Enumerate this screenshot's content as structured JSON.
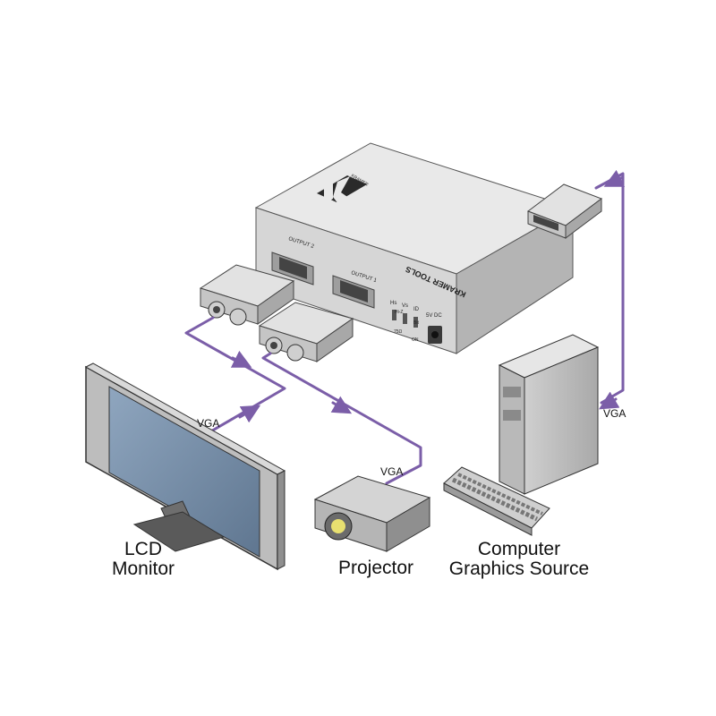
{
  "devices": {
    "lcd": {
      "line1": "LCD",
      "line2": "Monitor"
    },
    "projector": {
      "label": "Projector"
    },
    "computer": {
      "line1": "Computer",
      "line2": "Graphics Source"
    }
  },
  "cables": {
    "lcd_label": "VGA",
    "projector_label": "VGA",
    "computer_label": "VGA"
  },
  "unit": {
    "brand": "KRAMER TOOLS",
    "logo_text": "KRAMER",
    "output1": "OUTPUT 1",
    "output2": "OUTPUT 2",
    "sw_hs": "Hs",
    "sw_vs": "Vs",
    "sw_id": "ID",
    "sw_dc": "5V DC",
    "sw_hiz": "Hi-Z",
    "sw_bit": "Bit",
    "sw_75": "75Ω",
    "sw_on": "ON"
  },
  "colors": {
    "cable": "#7b5ea8",
    "device_light": "#e4e4e4",
    "device_mid": "#bdbdbd",
    "device_dark": "#8a8a8a",
    "screen": "#7f95ad"
  }
}
